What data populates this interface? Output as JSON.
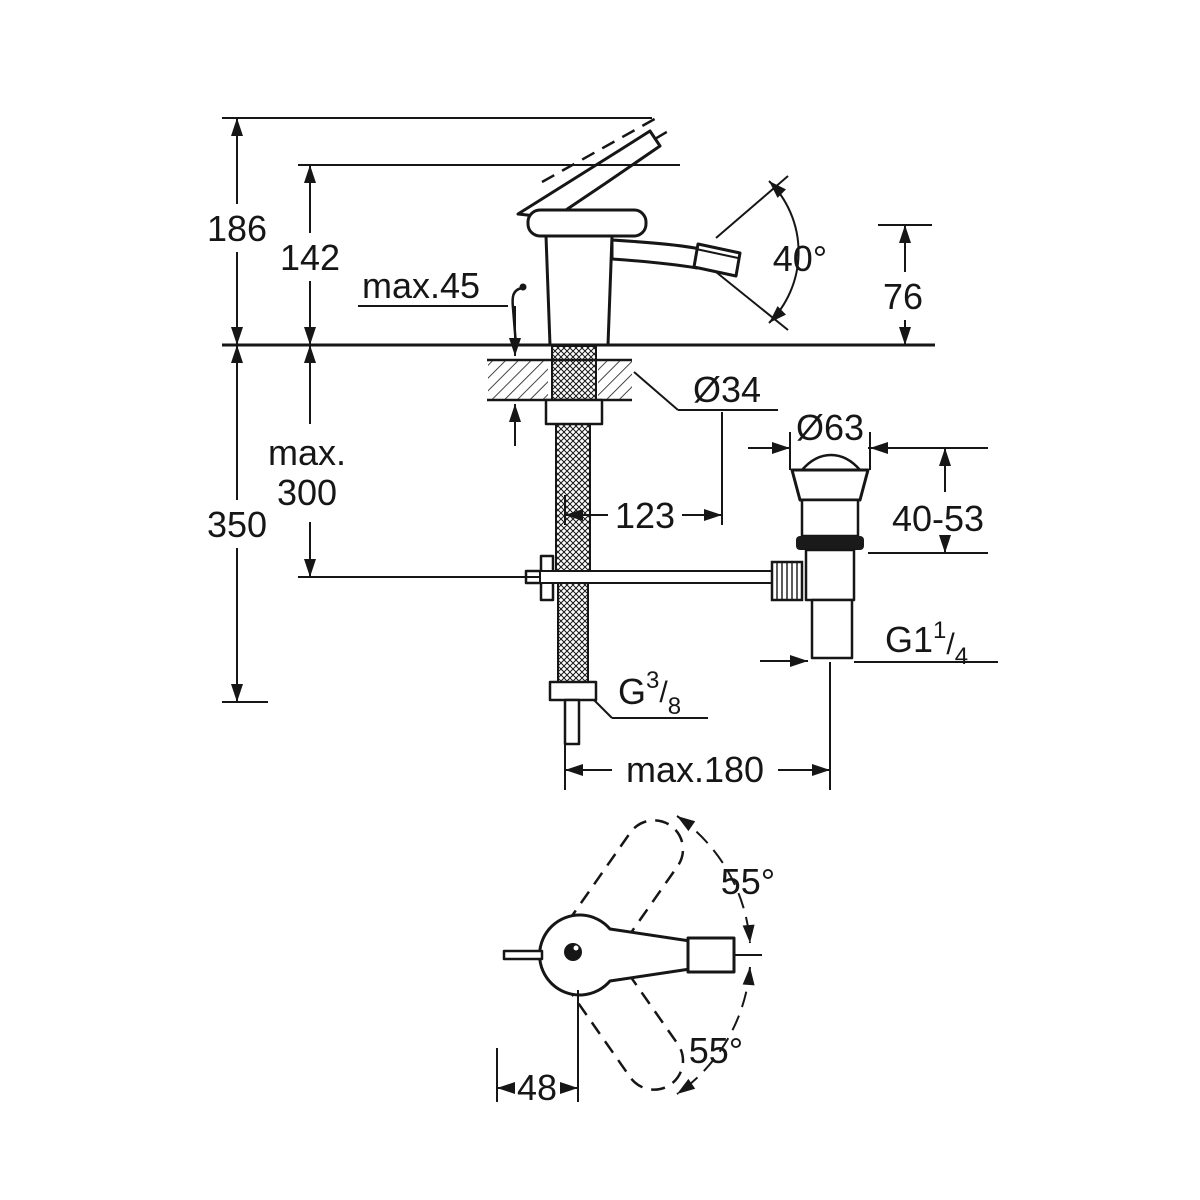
{
  "title": "Bidet mixer tap technical dimension drawing",
  "colors": {
    "line": "#161616",
    "background": "#ffffff",
    "seal": "#1a1a1a"
  },
  "labels": {
    "dim_186": "186",
    "dim_142": "142",
    "dim_max45": "max.45",
    "dim_40deg": "40°",
    "dim_76": "76",
    "dim_o34": "Ø34",
    "dim_max300_1": "max.",
    "dim_max300_2": "300",
    "dim_350": "350",
    "dim_123": "123",
    "dim_o63": "Ø63",
    "dim_4053": "40-53",
    "g114": {
      "base": "G1",
      "sup": "1",
      "slash": "/",
      "sub": "4"
    },
    "g38": {
      "base": "G",
      "sup": "3",
      "slash": "/",
      "sub": "8"
    },
    "dim_max180": "max.180",
    "dim_55_top": "55°",
    "dim_55_bottom": "55°",
    "dim_48": "48"
  }
}
